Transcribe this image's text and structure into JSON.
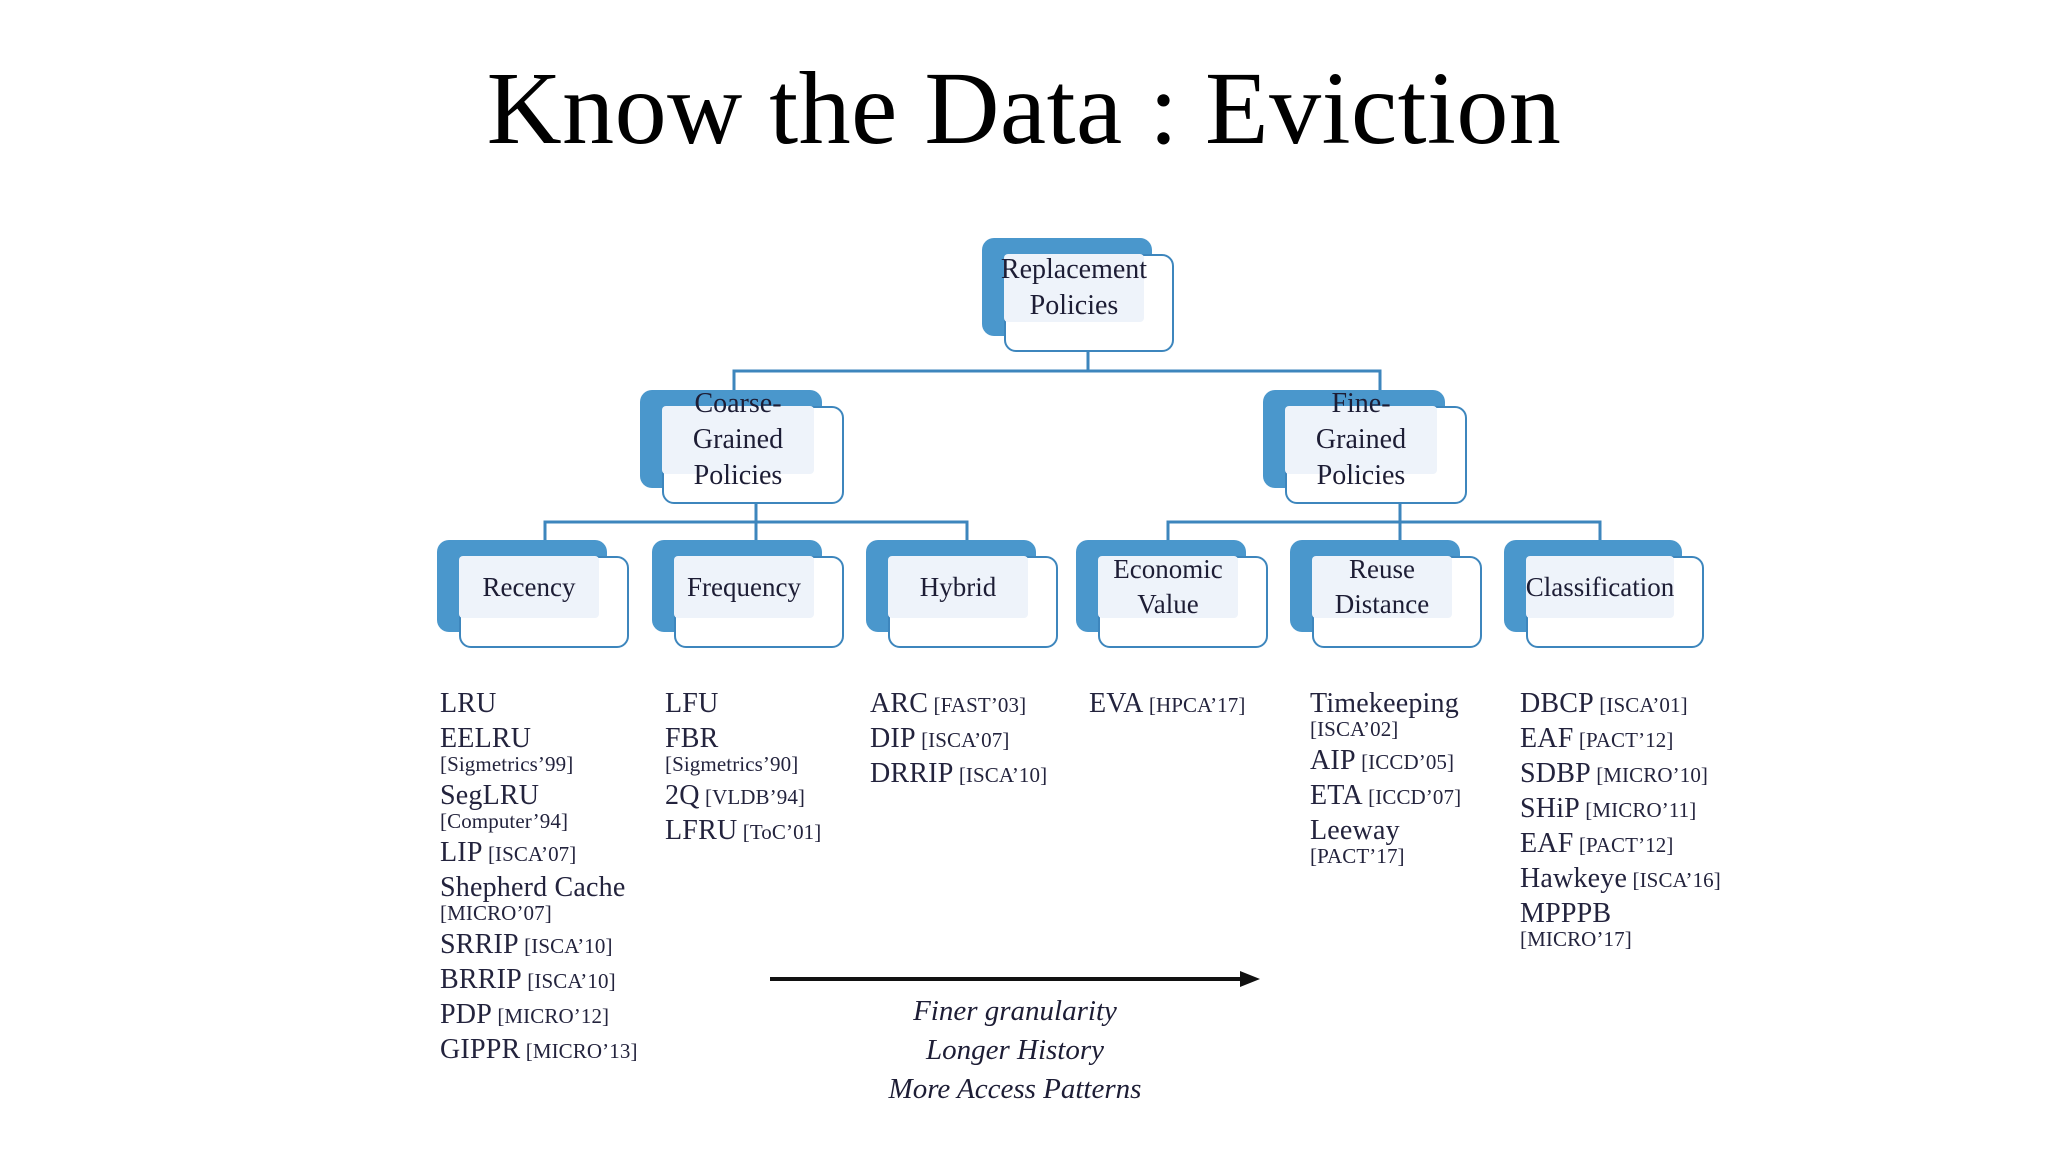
{
  "slide": {
    "title": "Know the Data : Eviction",
    "background": "#ffffff"
  },
  "colors": {
    "node_shadow_blue": "#4a97cc",
    "node_border_blue": "#3d86bd",
    "node_inner_fill": "#eef3fa",
    "connector_blue": "#3d86bd",
    "text": "#1d1d35",
    "arrow": "#111111"
  },
  "tree": {
    "root": {
      "id": "replacement-policies",
      "label": "Replacement\nPolicies"
    },
    "level2": [
      {
        "id": "coarse-grained-policies",
        "label": "Coarse-Grained\nPolicies"
      },
      {
        "id": "fine-grained-policies",
        "label": "Fine-Grained\nPolicies"
      }
    ],
    "level3": [
      {
        "id": "recency",
        "label": "Recency",
        "parent": "coarse-grained-policies"
      },
      {
        "id": "frequency",
        "label": "Frequency",
        "parent": "coarse-grained-policies"
      },
      {
        "id": "hybrid",
        "label": "Hybrid",
        "parent": "coarse-grained-policies"
      },
      {
        "id": "economic-value",
        "label": "Economic\nValue",
        "parent": "fine-grained-policies"
      },
      {
        "id": "reuse-distance",
        "label": "Reuse\nDistance",
        "parent": "fine-grained-policies"
      },
      {
        "id": "classification",
        "label": "Classification",
        "parent": "fine-grained-policies"
      }
    ]
  },
  "policy_lists": [
    {
      "category": "Recency",
      "items": [
        {
          "name": "LRU",
          "venue": "",
          "wrapped": false
        },
        {
          "name": "EELRU",
          "venue": "[Sigmetrics’99]",
          "wrapped": true
        },
        {
          "name": "SegLRU",
          "venue": "[Computer’94]",
          "wrapped": true
        },
        {
          "name": "LIP",
          "venue": "[ISCA’07]",
          "wrapped": false
        },
        {
          "name": "Shepherd Cache",
          "venue": "[MICRO’07]",
          "wrapped": true
        },
        {
          "name": "SRRIP",
          "venue": "[ISCA’10]",
          "wrapped": false
        },
        {
          "name": "BRRIP",
          "venue": "[ISCA’10]",
          "wrapped": false
        },
        {
          "name": "PDP",
          "venue": "[MICRO’12]",
          "wrapped": false
        },
        {
          "name": "GIPPR",
          "venue": "[MICRO’13]",
          "wrapped": false
        }
      ]
    },
    {
      "category": "Frequency",
      "items": [
        {
          "name": "LFU",
          "venue": "",
          "wrapped": false
        },
        {
          "name": "FBR",
          "venue": "[Sigmetrics’90]",
          "wrapped": true
        },
        {
          "name": "2Q",
          "venue": "[VLDB’94]",
          "wrapped": false
        },
        {
          "name": "LFRU",
          "venue": "[ToC’01]",
          "wrapped": false
        }
      ]
    },
    {
      "category": "Hybrid",
      "items": [
        {
          "name": "ARC",
          "venue": "[FAST’03]",
          "wrapped": false
        },
        {
          "name": "DIP",
          "venue": "[ISCA’07]",
          "wrapped": false
        },
        {
          "name": "DRRIP",
          "venue": "[ISCA’10]",
          "wrapped": false
        }
      ]
    },
    {
      "category": "Economic Value",
      "items": [
        {
          "name": "EVA",
          "venue": "[HPCA’17]",
          "wrapped": false
        }
      ]
    },
    {
      "category": "Reuse Distance",
      "items": [
        {
          "name": "Timekeeping",
          "venue": "[ISCA’02]",
          "wrapped": true
        },
        {
          "name": "AIP",
          "venue": "[ICCD’05]",
          "wrapped": false
        },
        {
          "name": "ETA",
          "venue": "[ICCD’07]",
          "wrapped": false
        },
        {
          "name": "Leeway",
          "venue": "[PACT’17]",
          "wrapped": true
        }
      ]
    },
    {
      "category": "Classification",
      "items": [
        {
          "name": "DBCP",
          "venue": "[ISCA’01]",
          "wrapped": false
        },
        {
          "name": "EAF",
          "venue": "[PACT’12]",
          "wrapped": false
        },
        {
          "name": "SDBP",
          "venue": "[MICRO’10]",
          "wrapped": false
        },
        {
          "name": "SHiP",
          "venue": "[MICRO’11]",
          "wrapped": false
        },
        {
          "name": "EAF",
          "venue": "[PACT’12]",
          "wrapped": false
        },
        {
          "name": "Hawkeye",
          "venue": "[ISCA’16]",
          "wrapped": false
        },
        {
          "name": "MPPPB",
          "venue": "[MICRO’17]",
          "wrapped": true
        }
      ]
    }
  ],
  "granularity_axis": {
    "direction": "left-to-right",
    "caption_lines": [
      "Finer granularity",
      "Longer History",
      "More Access Patterns"
    ]
  }
}
